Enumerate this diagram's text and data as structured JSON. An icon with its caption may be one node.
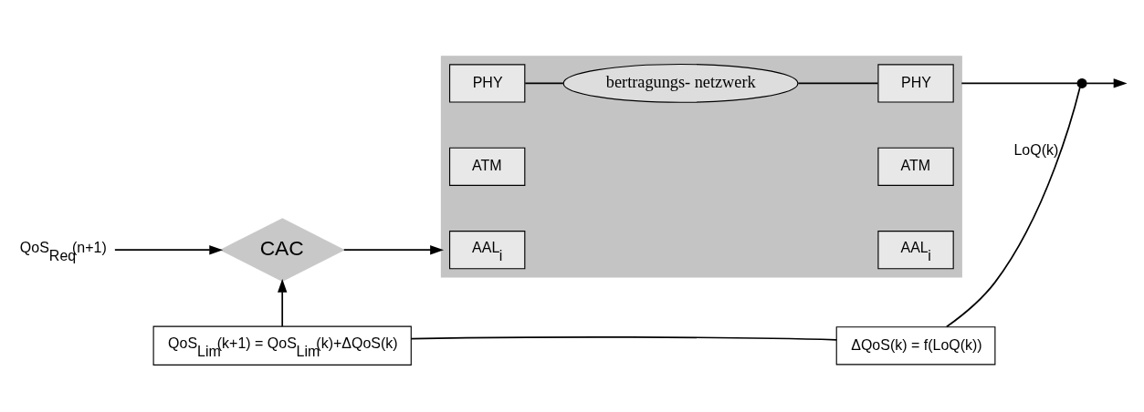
{
  "diagram": {
    "nodes": [
      {
        "text": [
          "QoS$_{Req}$(n+1)"
        ]
      },
      {
        "text": [
          "CAC"
        ]
      },
      {
        "text": [],
        "shape": "box"
      },
      {
        "text": [
          "AAL$_{i}$"
        ],
        "in": 2
      },
      {
        "text": [
          "ATM"
        ],
        "in": 2
      },
      {
        "text": [
          "PHY"
        ],
        "in": 2
      },
      {
        "text": [
          "bertragungs- netzwerk"
        ],
        "in": 2
      },
      {
        "text": [
          "AAL$_{i}$"
        ],
        "in": 2
      },
      {
        "text": [
          "ATM"
        ],
        "in": 2
      },
      {
        "text": [
          "PHY"
        ],
        "in": 2
      },
      {
        "text": [],
        "shape": "circle"
      },
      {
        "text": [
          "QoS$_{Lim}$(k+1) = QoS$_{Lim}$(k)+ΔQoS(k)"
        ]
      },
      {
        "text": [
          "ΔQoS(k) = f(LoQ(k))"
        ]
      }
    ],
    "edges": [
      {
        "from": 0,
        "to": 1,
        "arrow": "to"
      },
      {
        "from": 1,
        "to": 2,
        "arrow": "to"
      },
      {
        "from": 5,
        "to": 6,
        "arrow": "none"
      },
      {
        "from": 6,
        "to": 9,
        "arrow": "none"
      },
      {
        "from": 2,
        "to": 10,
        "arrow": "none"
      },
      {
        "from": 10,
        "to": null,
        "arrow": "to"
      },
      {
        "from": 10,
        "to": 12,
        "arrow": "none",
        "label": "LoQ(k)"
      },
      {
        "from": 12,
        "to": 11,
        "arrow": "none"
      },
      {
        "from": 11,
        "to": 1,
        "arrow": "to"
      }
    ]
  }
}
